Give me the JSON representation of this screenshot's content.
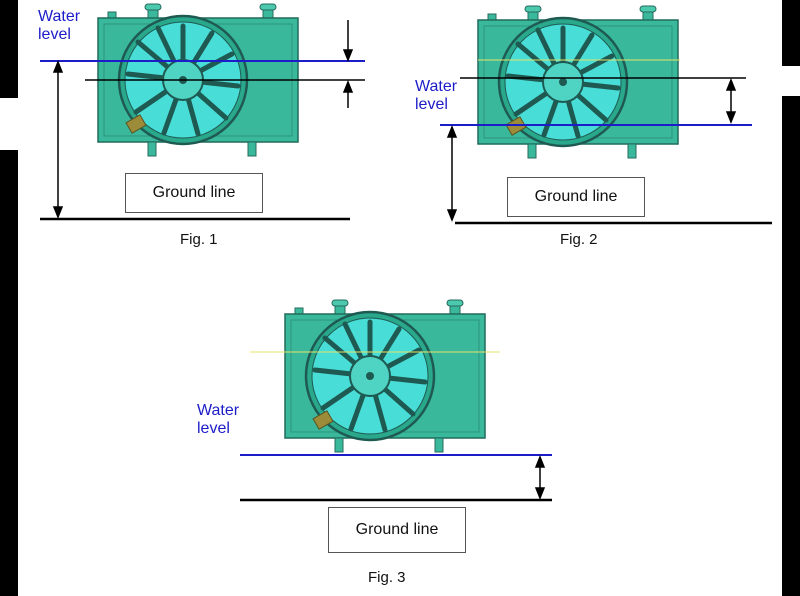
{
  "figures": [
    {
      "id": "fig1",
      "caption": "Fig. 1",
      "water_label": [
        "Water",
        "level"
      ],
      "ground_label": "Ground line"
    },
    {
      "id": "fig2",
      "caption": "Fig. 2",
      "water_label": [
        "Water",
        "level"
      ],
      "ground_label": "Ground line"
    },
    {
      "id": "fig3",
      "caption": "Fig. 3",
      "water_label": [
        "Water",
        "level"
      ],
      "ground_label": "Ground line"
    }
  ],
  "colors": {
    "background_panel": "#ffffff",
    "outer_background": "#000000",
    "radiator": "#3ab89c",
    "fan_blade": "#1e5a52",
    "water_line": "#1c1cc8",
    "ground_line": "#000000"
  }
}
